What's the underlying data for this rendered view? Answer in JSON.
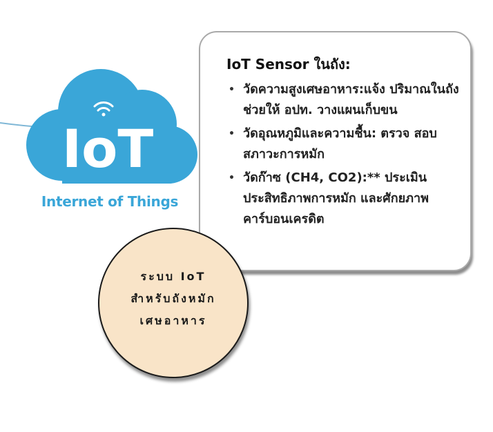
{
  "logo": {
    "mark_text": "IoT",
    "caption": "Internet of Things",
    "colors": {
      "cloud": "#3aa6d8",
      "cloud_dark": "#2b8fc4",
      "mark": "#ffffff",
      "caption": "#3aa6d8"
    },
    "icon": "wifi-icon"
  },
  "card": {
    "title": "IoT Sensor ในถัง:",
    "items": [
      {
        "text": "วัดความสูงเศษอาหาร:แจ้ง ปริมาณในถัง ช่วยให้ อปท. วางแผนเก็บขน"
      },
      {
        "text": "วัดอุณหภูมิและความชื้น: ตรวจ สอบสภาวะการหมัก"
      },
      {
        "text": "วัดก๊าซ (CH4, CO2):** ประเมินประสิทธิภาพการหมัก และศักยภาพคาร์บอนเครดิต"
      }
    ],
    "bullet": "•"
  },
  "circle": {
    "lines": [
      "ระบบ IoT",
      "สำหรับถังหมัก",
      "เศษอาหาร"
    ],
    "fill": "#f9e4c8"
  }
}
